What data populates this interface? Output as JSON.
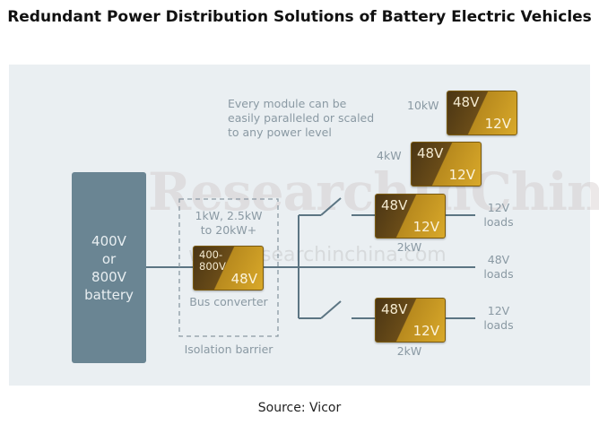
{
  "title": "Redundant Power Distribution Solutions of Battery Electric Vehicles",
  "source": "Source: Vicor",
  "watermark": {
    "logo": "ResearchInChina",
    "url": "www.researchinchina.com"
  },
  "note": [
    "Every module can be",
    "easily paralleled or scaled",
    "to any power level"
  ],
  "battery": {
    "lines": [
      "400V",
      "or",
      "800V",
      "battery"
    ]
  },
  "bus_converter": {
    "power": [
      "1kW, 2.5kW",
      "to 20kW+"
    ],
    "input": [
      "400-",
      "800V"
    ],
    "output": "48V",
    "label": "Bus converter",
    "barrier": "Isolation barrier"
  },
  "modules": [
    {
      "power": "10kW",
      "in": "48V",
      "out": "12V"
    },
    {
      "power": "4kW",
      "in": "48V",
      "out": "12V"
    },
    {
      "power": "2kW",
      "in": "48V",
      "out": "12V"
    },
    {
      "power": "2kW",
      "in": "48V",
      "out": "12V"
    }
  ],
  "loads": [
    [
      "12V",
      "loads"
    ],
    [
      "48V",
      "loads"
    ],
    [
      "12V",
      "loads"
    ]
  ],
  "colors": {
    "panel": "#eaeff2",
    "battery": "#6a8593",
    "line": "#5c7583",
    "module_gold": "#d9a92a"
  }
}
